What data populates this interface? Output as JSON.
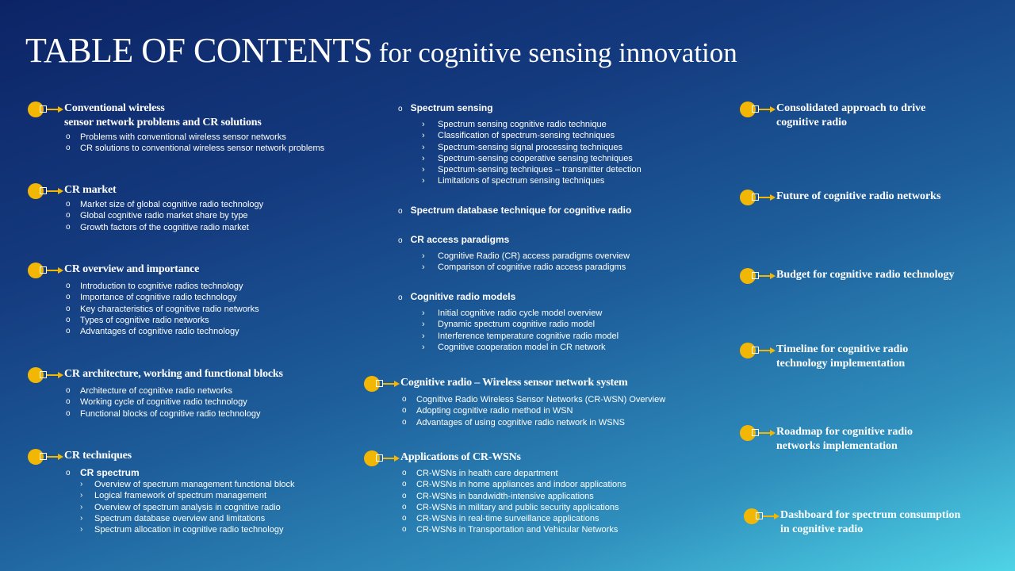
{
  "title": {
    "main": "TABLE OF CONTENTS",
    "sub": "for cognitive sensing innovation"
  },
  "left": [
    {
      "title_lines": [
        "Conventional wireless",
        "sensor network problems and CR solutions"
      ],
      "items": [
        "Problems with conventional wireless sensor networks",
        "CR solutions to conventional wireless sensor network problems"
      ]
    },
    {
      "title_lines": [
        "CR market"
      ],
      "items": [
        "Market size of global cognitive radio technology",
        "Global cognitive radio market share by type",
        "Growth factors of the cognitive radio market"
      ]
    },
    {
      "title_lines": [
        "CR overview and importance"
      ],
      "items": [
        "Introduction to cognitive radios technology",
        "Importance of cognitive radio technology",
        "Key characteristics of cognitive radio networks",
        "Types of cognitive radio networks",
        "Advantages of cognitive radio technology"
      ]
    },
    {
      "title_lines": [
        "CR architecture, working and functional blocks"
      ],
      "items": [
        "Architecture of cognitive radio networks",
        "Working cycle of cognitive radio technology",
        "Functional blocks of cognitive radio technology"
      ]
    },
    {
      "title_lines": [
        "CR techniques"
      ],
      "subheading": "CR spectrum",
      "items": [
        "Overview of spectrum management functional block",
        "Logical framework of spectrum management",
        "Overview of spectrum analysis in cognitive radio",
        "Spectrum database overview and limitations",
        "Spectrum allocation in cognitive radio technology"
      ]
    }
  ],
  "middle_topics": [
    {
      "heading": "Spectrum sensing",
      "items": [
        "Spectrum sensing cognitive radio technique",
        "Classification of spectrum-sensing techniques",
        "Spectrum-sensing signal processing techniques",
        "Spectrum-sensing cooperative sensing techniques",
        "Spectrum-sensing techniques – transmitter detection",
        "Limitations of spectrum sensing techniques"
      ]
    },
    {
      "heading": "Spectrum database technique for cognitive radio",
      "items": []
    },
    {
      "heading": "CR access paradigms",
      "items": [
        "Cognitive Radio (CR) access paradigms overview",
        "Comparison of cognitive radio access paradigms"
      ]
    },
    {
      "heading": "Cognitive radio models",
      "items": [
        "Initial cognitive radio cycle model overview",
        "Dynamic spectrum cognitive radio model",
        "Interference temperature cognitive radio model",
        "Cognitive cooperation model in CR network"
      ]
    }
  ],
  "middle_sections": [
    {
      "title": "Cognitive radio – Wireless sensor network system",
      "items": [
        "Cognitive Radio Wireless Sensor Networks (CR-WSN) Overview",
        "Adopting cognitive radio method in WSN",
        "Advantages of using cognitive radio network in WSNS"
      ]
    },
    {
      "title": "Applications of CR-WSNs",
      "items": [
        "CR-WSNs in health care department",
        "CR-WSNs in home appliances and indoor applications",
        "CR-WSNs in bandwidth-intensive applications",
        "CR-WSNs in military and public security applications",
        "CR-WSNs in real-time surveillance applications",
        "CR-WSNs in Transportation and Vehicular Networks"
      ]
    }
  ],
  "right": [
    {
      "lines": [
        "Consolidated approach to drive",
        "cognitive radio"
      ]
    },
    {
      "lines": [
        "Future of cognitive radio networks"
      ]
    },
    {
      "lines": [
        "Budget for cognitive radio technology"
      ]
    },
    {
      "lines": [
        "Timeline for cognitive radio",
        "technology implementation"
      ]
    },
    {
      "lines": [
        "Roadmap for cognitive radio",
        "networks implementation"
      ]
    },
    {
      "lines": [
        "Dashboard for spectrum consumption",
        "in cognitive radio"
      ]
    }
  ],
  "markers": {
    "circle": "o",
    "chevron": "›"
  },
  "colors": {
    "accent": "#f2b705",
    "text": "#ffffff",
    "bg_top": "#0c2466",
    "bg_bottom": "#4fd3e6"
  }
}
